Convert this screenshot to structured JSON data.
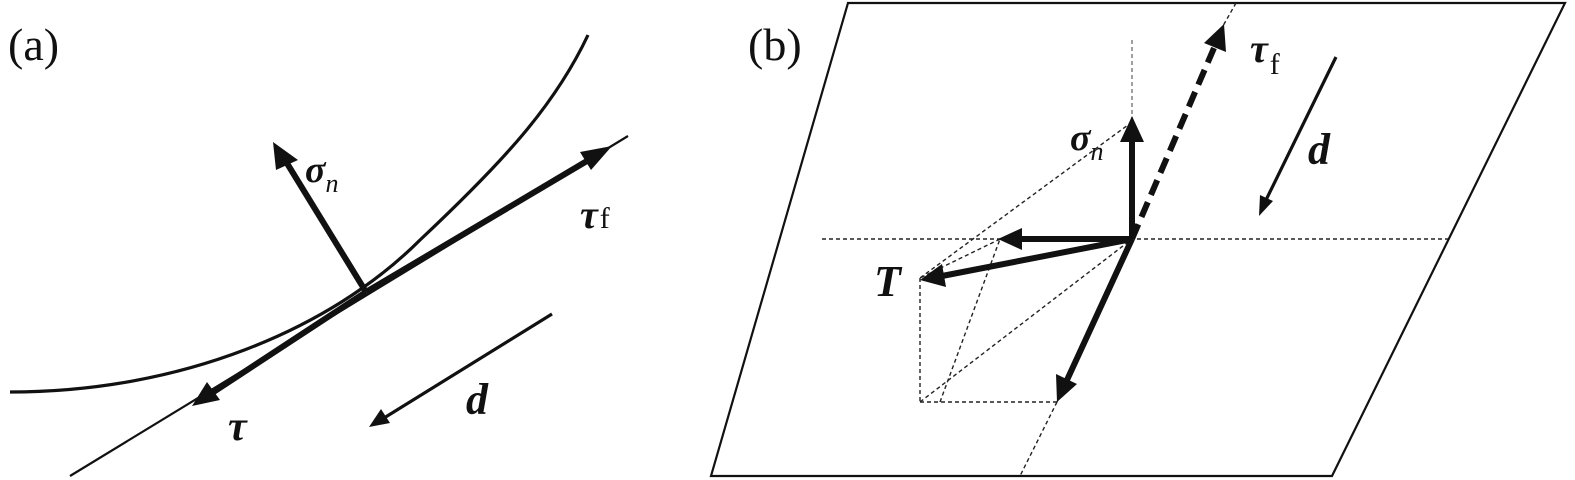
{
  "panel_a": {
    "label": "(a)",
    "sigma_symbol": "σ",
    "sigma_subscript": "n",
    "tau_f_symbol": "τ",
    "tau_f_subscript": "f",
    "tau_symbol": "τ",
    "d_symbol": "d"
  },
  "panel_b": {
    "label": "(b)",
    "tau_f_symbol": "τ",
    "tau_f_subscript": "f",
    "sigma_symbol": "σ",
    "sigma_subscript": "n",
    "d_symbol": "d",
    "t_symbol": "T"
  }
}
